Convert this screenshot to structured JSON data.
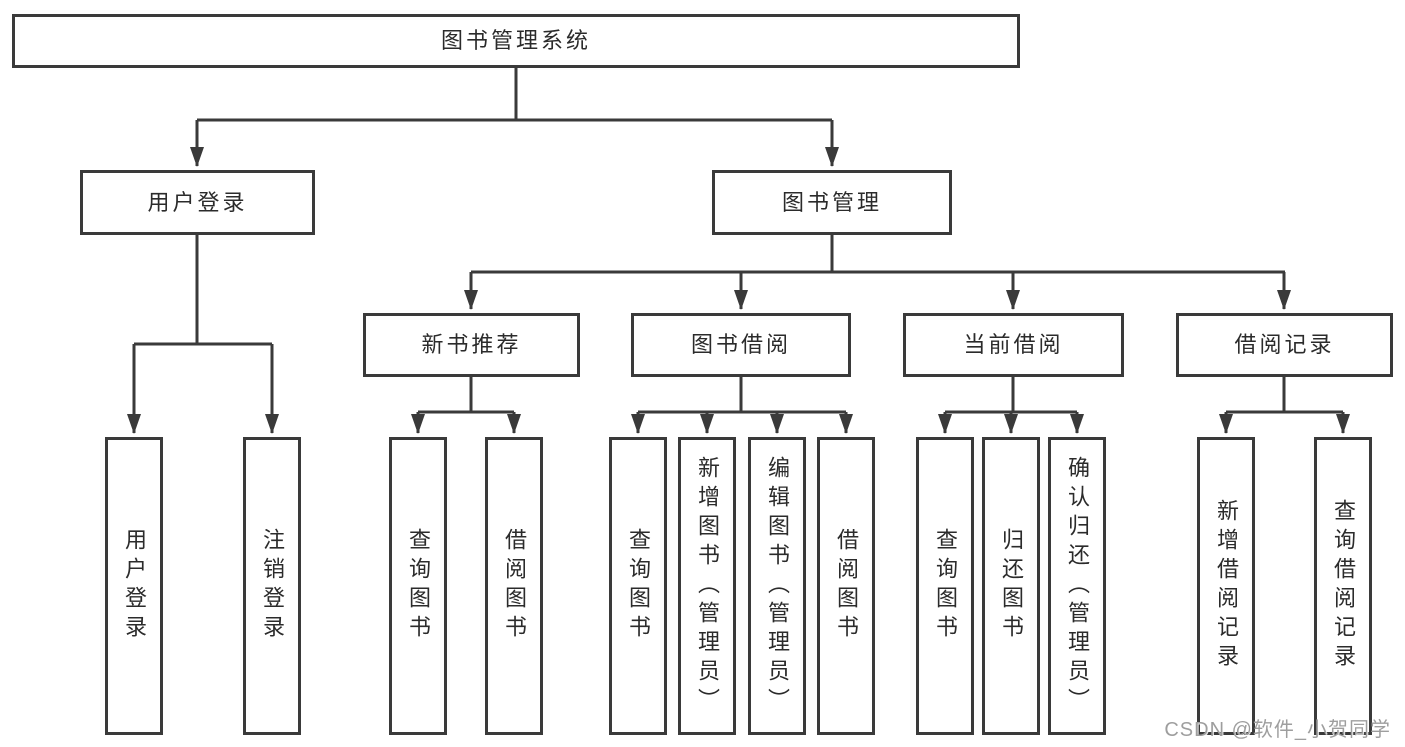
{
  "diagram": {
    "root": {
      "label": "图书管理系统"
    },
    "branches": [
      {
        "label": "用户登录",
        "children": [
          {
            "label": "用户登录"
          },
          {
            "label": "注销登录"
          }
        ]
      },
      {
        "label": "图书管理",
        "children": [
          {
            "label": "新书推荐",
            "children": [
              {
                "label": "查询图书"
              },
              {
                "label": "借阅图书"
              }
            ]
          },
          {
            "label": "图书借阅",
            "children": [
              {
                "label": "查询图书"
              },
              {
                "label": "新增图书（管理员）"
              },
              {
                "label": "编辑图书（管理员）"
              },
              {
                "label": "借阅图书"
              }
            ]
          },
          {
            "label": "当前借阅",
            "children": [
              {
                "label": "查询图书"
              },
              {
                "label": "归还图书"
              },
              {
                "label": "确认归还（管理员）"
              }
            ]
          },
          {
            "label": "借阅记录",
            "children": [
              {
                "label": "新增借阅记录"
              },
              {
                "label": "查询借阅记录"
              }
            ]
          }
        ]
      }
    ]
  },
  "watermark": {
    "text": "CSDN @软件_小贺同学"
  },
  "colors": {
    "line": "#3a3a3a",
    "text": "#2b2b2b",
    "watermark": "#9e9e9e",
    "background": "#ffffff"
  }
}
